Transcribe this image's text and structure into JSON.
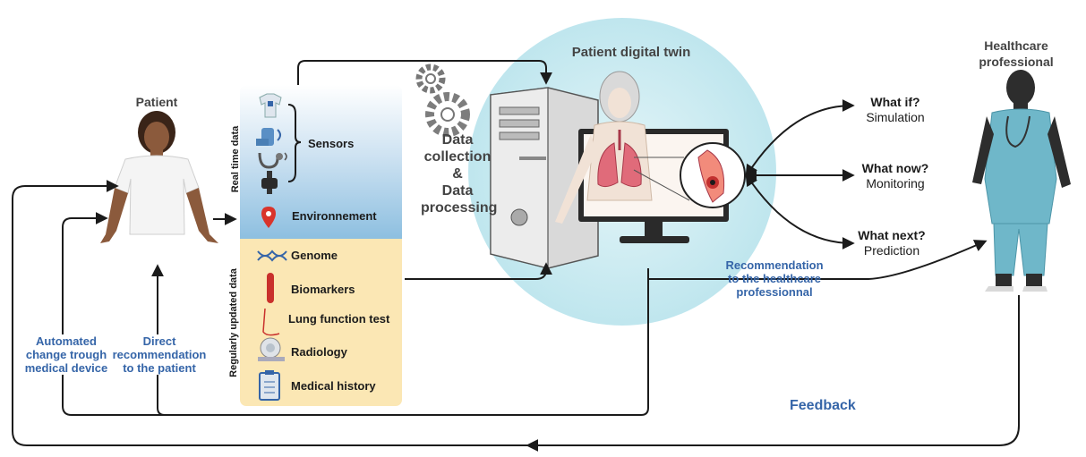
{
  "patient": {
    "title": "Patient"
  },
  "digital_twin": {
    "title": "Patient digital twin"
  },
  "professional": {
    "title_line1": "Healthcare",
    "title_line2": "professional"
  },
  "real_time": {
    "group_label": "Real time data",
    "sensors_label": "Sensors",
    "environment_label": "Environnement"
  },
  "regular": {
    "group_label": "Regularly updated data",
    "items": [
      {
        "label": "Genome",
        "icon": "dna-icon"
      },
      {
        "label": "Biomarkers",
        "icon": "test-tube-icon"
      },
      {
        "label": "Lung function test",
        "icon": "spirometry-curve-icon"
      },
      {
        "label": "Radiology",
        "icon": "ct-scanner-icon"
      },
      {
        "label": "Medical history",
        "icon": "clipboard-icon"
      }
    ]
  },
  "processing": {
    "line1": "Data",
    "line2": "collection",
    "line3": "&",
    "line4": "Data",
    "line5": "processing"
  },
  "outputs": [
    {
      "title": "What if?",
      "subtitle": "Simulation"
    },
    {
      "title": "What now?",
      "subtitle": "Monitoring"
    },
    {
      "title": "What next?",
      "subtitle": "Prediction"
    }
  ],
  "recommendation_professional": {
    "line1": "Recommendation",
    "line2": "to the healthcare",
    "line3": "professionnal"
  },
  "direct_recommendation": {
    "line1": "Direct",
    "line2": "recommendation",
    "line3": "to the patient"
  },
  "automated_change": {
    "line1": "Automated",
    "line2": "change trough",
    "line3": "medical device"
  },
  "feedback": {
    "label": "Feedback"
  },
  "colors": {
    "accent_blue": "#3565a8",
    "panel_blue": "#8dbfe0",
    "panel_yellow": "#fbe7b4",
    "twin_circle": "#cdebf1",
    "scrubs": "#6fb7c9"
  }
}
